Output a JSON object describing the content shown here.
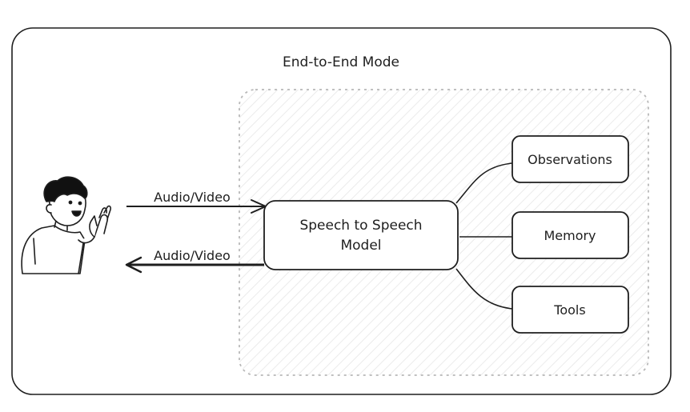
{
  "diagram": {
    "title": "End-to-End Mode",
    "model_label_line1": "Speech to Speech",
    "model_label_line2": "Model",
    "input_arrow_label": "Audio/Video",
    "output_arrow_label": "Audio/Video",
    "components": [
      {
        "label": "Observations"
      },
      {
        "label": "Memory"
      },
      {
        "label": "Tools"
      }
    ],
    "colors": {
      "stroke": "#1e1e1e",
      "dashed_border": "#b8b8b8",
      "hatch": "#e6e6e6",
      "skin": "#ffffff",
      "hair": "#111111"
    },
    "icons": {
      "user": "person-waving-icon"
    }
  }
}
